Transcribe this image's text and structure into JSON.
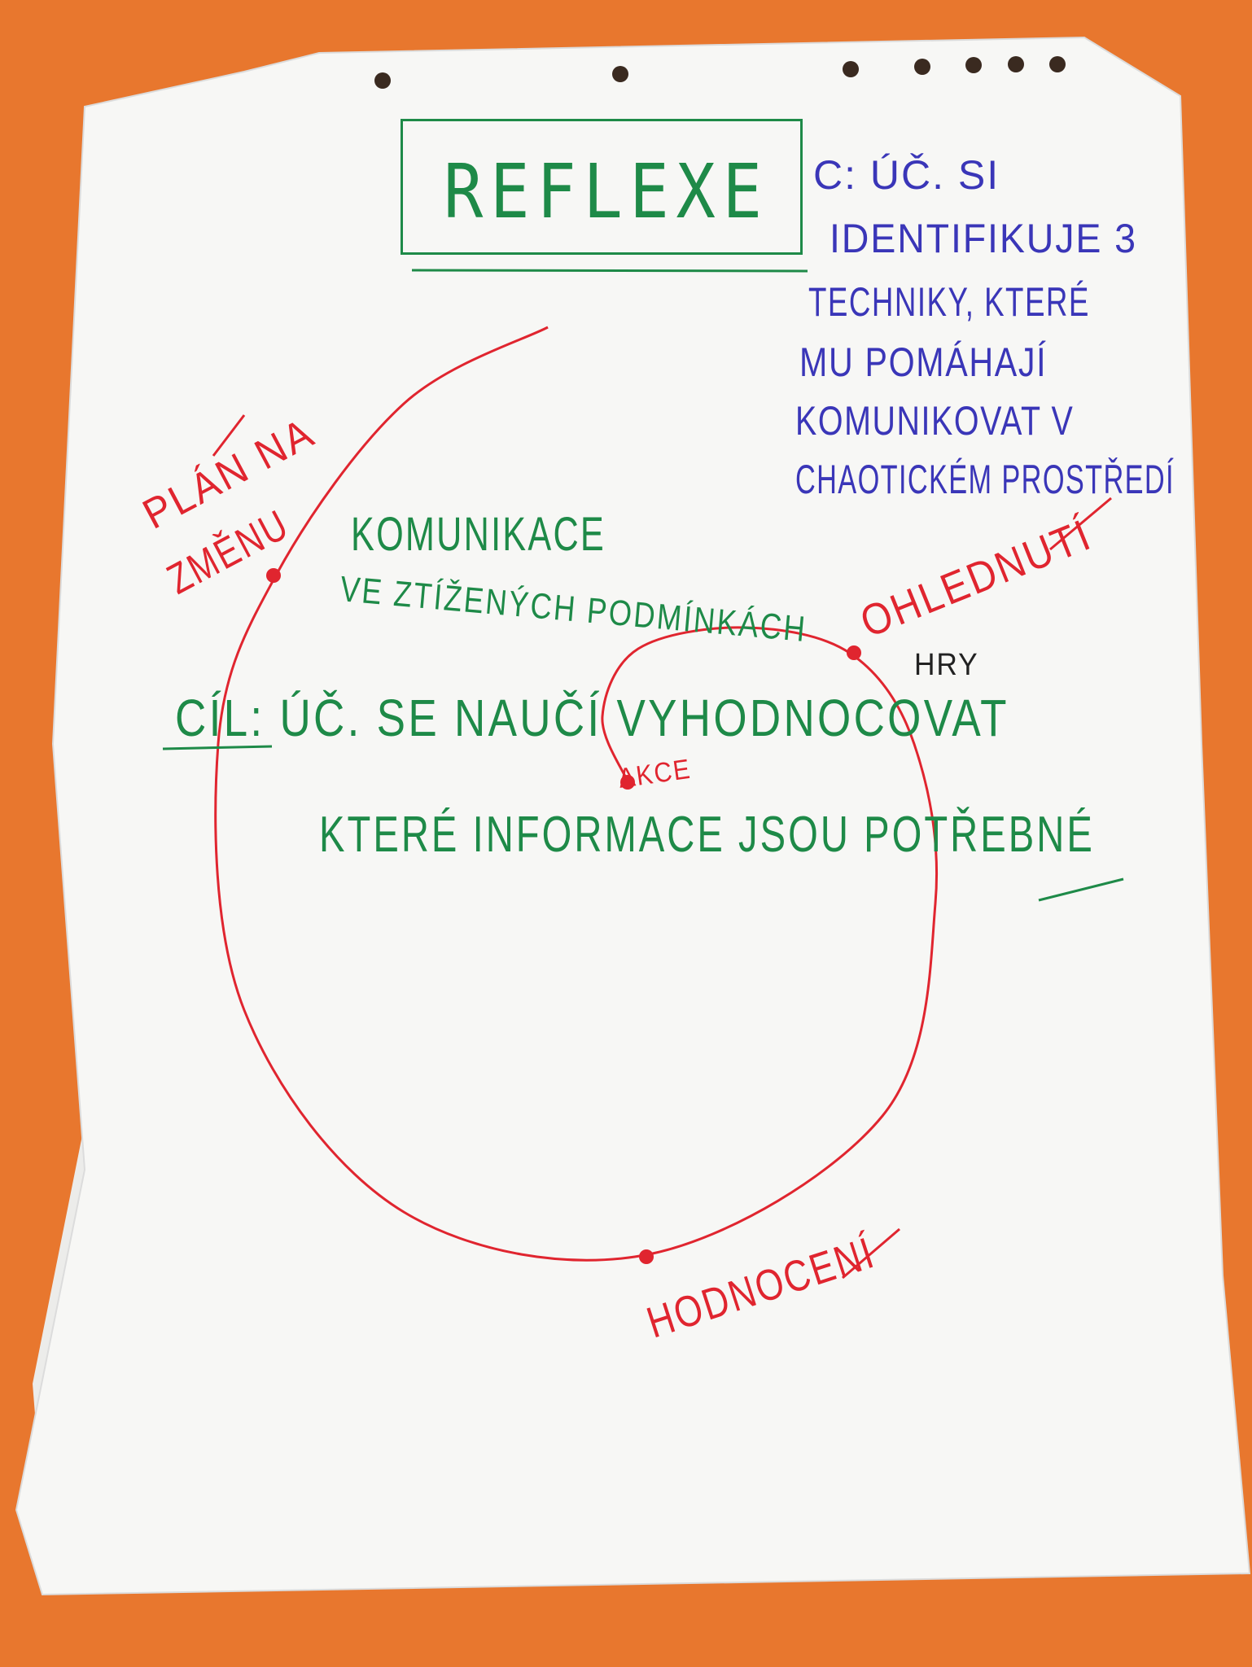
{
  "title": "REFLEXE",
  "objective_blue": [
    "C: ÚČ. SI",
    "IDENTIFIKUJE 3",
    "TECHNIKY, KTERÉ",
    "MU POMÁHAJÍ",
    "KOMUNIKOVAT V",
    "CHAOTICKÉM PROSTŘEDÍ"
  ],
  "topic": {
    "line1": "KOMUNIKACE",
    "line2": "VE ZTÍŽENÝCH PODMÍNKÁCH"
  },
  "goal": {
    "line1": "CÍL: ÚČ. SE NAUČÍ VYHODNOCOVAT",
    "line2": "KTERÉ INFORMACE JSOU POTŘEBNÉ"
  },
  "cycle_labels": {
    "plan_line1": "PLÁN NA",
    "plan_line2": "ZMĚNU",
    "action": "AKCE",
    "reflection": "OHLEDNUTÍ",
    "games": "HRY",
    "evaluation": "HODNOCENÍ"
  },
  "colors": {
    "background": "#e8772e",
    "paper": "#f7f7f5",
    "green_marker": "#1e8a48",
    "blue_marker": "#3a36b8",
    "red_marker": "#e0252f"
  }
}
